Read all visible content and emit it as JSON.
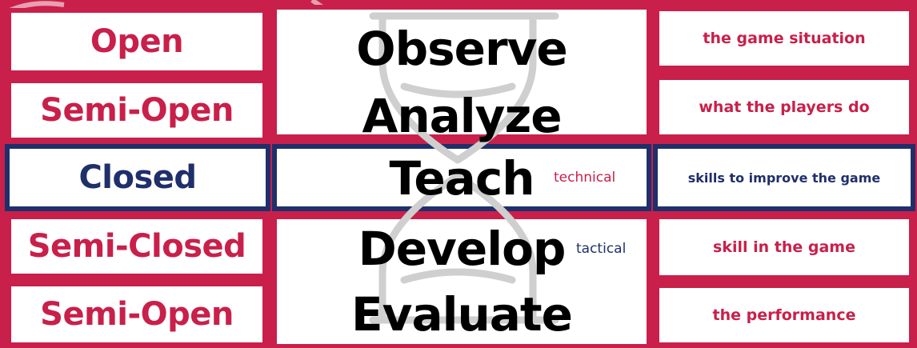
{
  "colors": {
    "red": "#c8204a",
    "navy": "#1f2f6b",
    "black": "#000000",
    "hourglass": "#cfcfcf"
  },
  "left_column": {
    "items": [
      {
        "label": "Open",
        "tone": "red"
      },
      {
        "label": "Semi-Open",
        "tone": "red"
      },
      {
        "label": "Closed",
        "tone": "navy"
      },
      {
        "label": "Semi-Closed",
        "tone": "red"
      },
      {
        "label": "Semi-Open",
        "tone": "red"
      }
    ]
  },
  "center_column": {
    "words": [
      "Observe",
      "Analyze",
      "Teach",
      "Develop",
      "Evaluate"
    ],
    "tags": {
      "teach": "technical",
      "develop": "tactical"
    },
    "background_icon": "hourglass-icon"
  },
  "right_column": {
    "items": [
      {
        "label": "the game situation",
        "tone": "red"
      },
      {
        "label": "what the players do",
        "tone": "red"
      },
      {
        "label": "skills to improve the game",
        "tone": "navy"
      },
      {
        "label": "skill in the game",
        "tone": "red"
      },
      {
        "label": "the performance",
        "tone": "red"
      }
    ]
  }
}
